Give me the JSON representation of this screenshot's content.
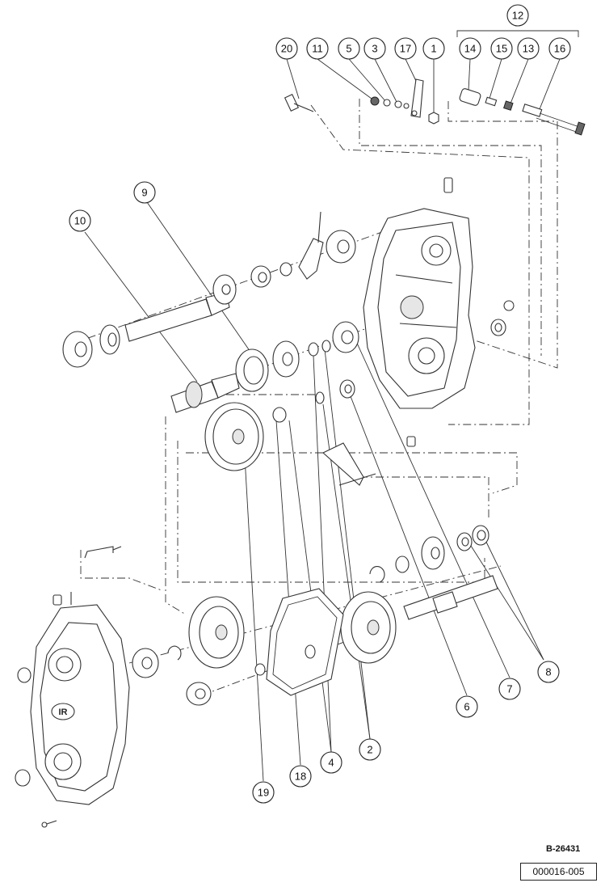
{
  "callouts": {
    "c1": "1",
    "c2": "2",
    "c3": "3",
    "c4": "4",
    "c5": "5",
    "c6": "6",
    "c7": "7",
    "c8": "8",
    "c9": "9",
    "c10": "10",
    "c11": "11",
    "c12": "12",
    "c13": "13",
    "c14": "14",
    "c15": "15",
    "c16": "16",
    "c17": "17",
    "c18": "18",
    "c19": "19",
    "c20": "20"
  },
  "housing_logo": "IR",
  "figure_ref": "B-26431",
  "doc_number": "000016-005"
}
